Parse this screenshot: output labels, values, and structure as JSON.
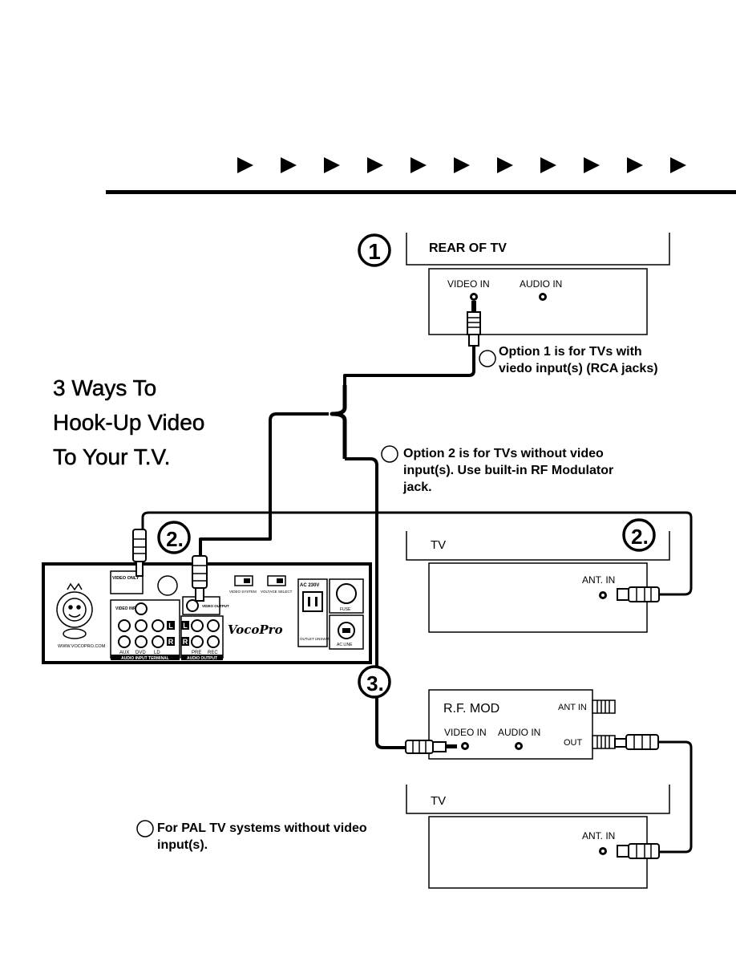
{
  "heading": {
    "line1": "3 Ways To",
    "line2": "Hook-Up Video",
    "line3": "To Your T.V."
  },
  "arrow_count": 11,
  "tv_rear": {
    "title": "REAR OF TV",
    "video_in": "VIDEO IN",
    "audio_in": "AUDIO IN"
  },
  "option1": {
    "line1": "Option 1 is for TVs with",
    "line2": "viedo input(s) (RCA jacks)"
  },
  "option2": {
    "line1": "Option 2 is for TVs without video",
    "line2": "input(s). Use built-in RF Modulator",
    "line3": "jack."
  },
  "option3": {
    "line1": "For PAL TV systems without video",
    "line2": "input(s)."
  },
  "markers": {
    "one": "1",
    "two": "2.",
    "three": "3."
  },
  "tv2": {
    "title": "TV",
    "ant_in": "ANT. IN"
  },
  "rf_mod": {
    "title": "R.F. MOD",
    "ant_in": "ANT IN",
    "video_in": "VIDEO IN",
    "audio_in": "AUDIO IN",
    "out": "OUT"
  },
  "tv3": {
    "title": "TV",
    "ant_in": "ANT. IN"
  },
  "player": {
    "brand": "VocoPro",
    "website": "WWW.VOCOPRO.COM",
    "video_input": "VIDEO INPUT",
    "video_only": "VIDEO ONLY",
    "video_output": "VIDEO OUTPUT",
    "video_system": "VIDEO SYSTEM",
    "voltage_select": "VOLTAGE SELECT",
    "ac_power": "AC 230V",
    "outlet": "OUTLET UNSWITCHED",
    "fuse": "FUSE",
    "ac_line": "AC LINE",
    "aux": "AUX",
    "dvd": "DVD",
    "ld": "LD",
    "pre": "PRE",
    "rec": "REC",
    "l": "L",
    "r": "R",
    "audio_input_terminal": "AUDIO INPUT TERMINAL",
    "audio_output": "AUDIO OUTPUT"
  }
}
